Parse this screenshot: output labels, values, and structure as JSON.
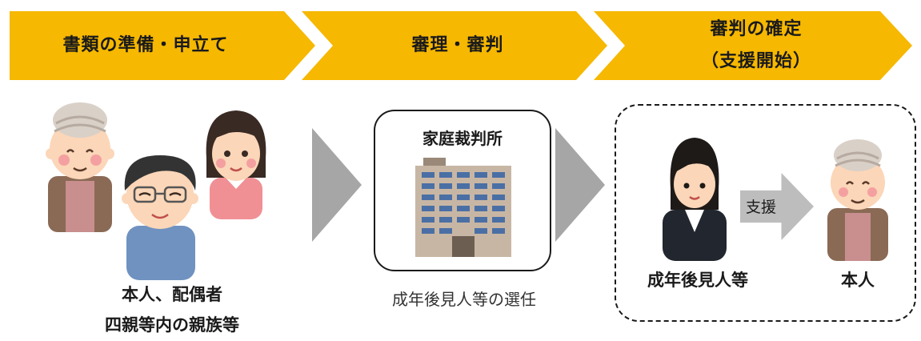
{
  "steps": [
    {
      "label": "書類の準備・申立て"
    },
    {
      "label": "審理・審判"
    },
    {
      "label_line1": "審判の確定",
      "label_line2": "（支援開始）"
    }
  ],
  "applicants": {
    "line1": "本人、配偶者",
    "line2": "四親等内の親族等"
  },
  "court": {
    "title": "家庭裁判所",
    "caption": "成年後見人等の選任"
  },
  "result": {
    "support_label": "支援",
    "guardian_label": "成年後見人等",
    "person_label": "本人"
  },
  "colors": {
    "chevron": "#f6b800",
    "arrow_gray": "#a6a6a6"
  }
}
